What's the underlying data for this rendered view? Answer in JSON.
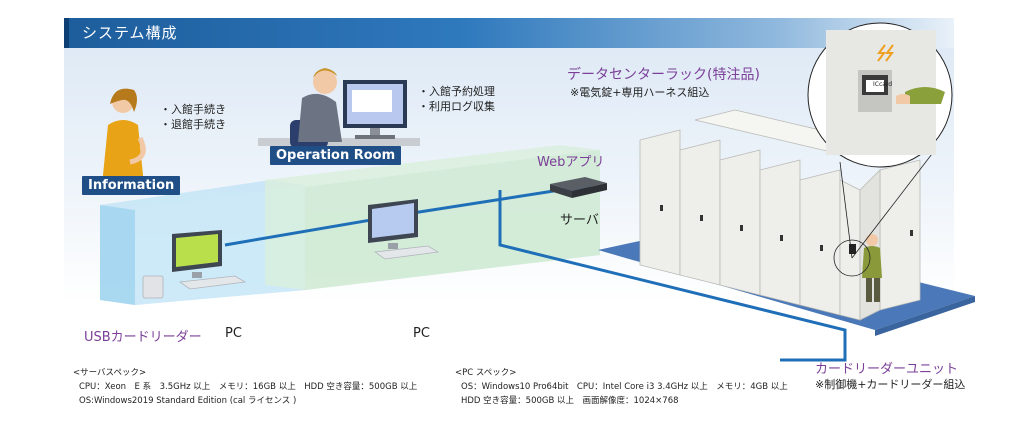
{
  "title": "システム構成",
  "information": {
    "label": "Information",
    "bullets": [
      "・入館手続き",
      "・退館手続き"
    ]
  },
  "operation_room": {
    "label": "Operation Room",
    "bullets": [
      "・入館予約処理",
      "・利用ログ収集"
    ]
  },
  "rack": {
    "title": "データセンターラック(特注品)",
    "note": "※電気錠+専用ハーネス組込"
  },
  "web_app_label": "Webアプリ",
  "server_label": "サーバ",
  "usb_reader_label": "USBカードリーダー",
  "pc_label_1": "PC",
  "pc_label_2": "PC",
  "card_unit": {
    "title": "カードリーダーユニット",
    "note": "※制御機+カードリーダー組込"
  },
  "ic_card_text": "ICcard",
  "server_spec": {
    "heading": "<サーバスペック>",
    "line1": "CPU：Xeon　E 系　3.5GHz 以上　メモリ：16GB 以上　HDD 空き容量：500GB 以上",
    "line2": "OS:Windows2019  Standard Edition (cal ライセンス )"
  },
  "pc_spec": {
    "heading": "<PC スペック>",
    "line1": "OS：Windows10 Pro64bit　CPU：Intel Core i3 3.4GHz 以上　メモリ：4GB 以上",
    "line2": "HDD 空き容量：500GB 以上　画面解像度：1024×768"
  },
  "colors": {
    "title_bar": "#1d5d9c",
    "network_line": "#1f6fb8",
    "accent_purple": "#7b3f98",
    "label_navy": "#1f4f86",
    "rack_base": "#4a78b8",
    "rack_body": "#eeeeea"
  }
}
